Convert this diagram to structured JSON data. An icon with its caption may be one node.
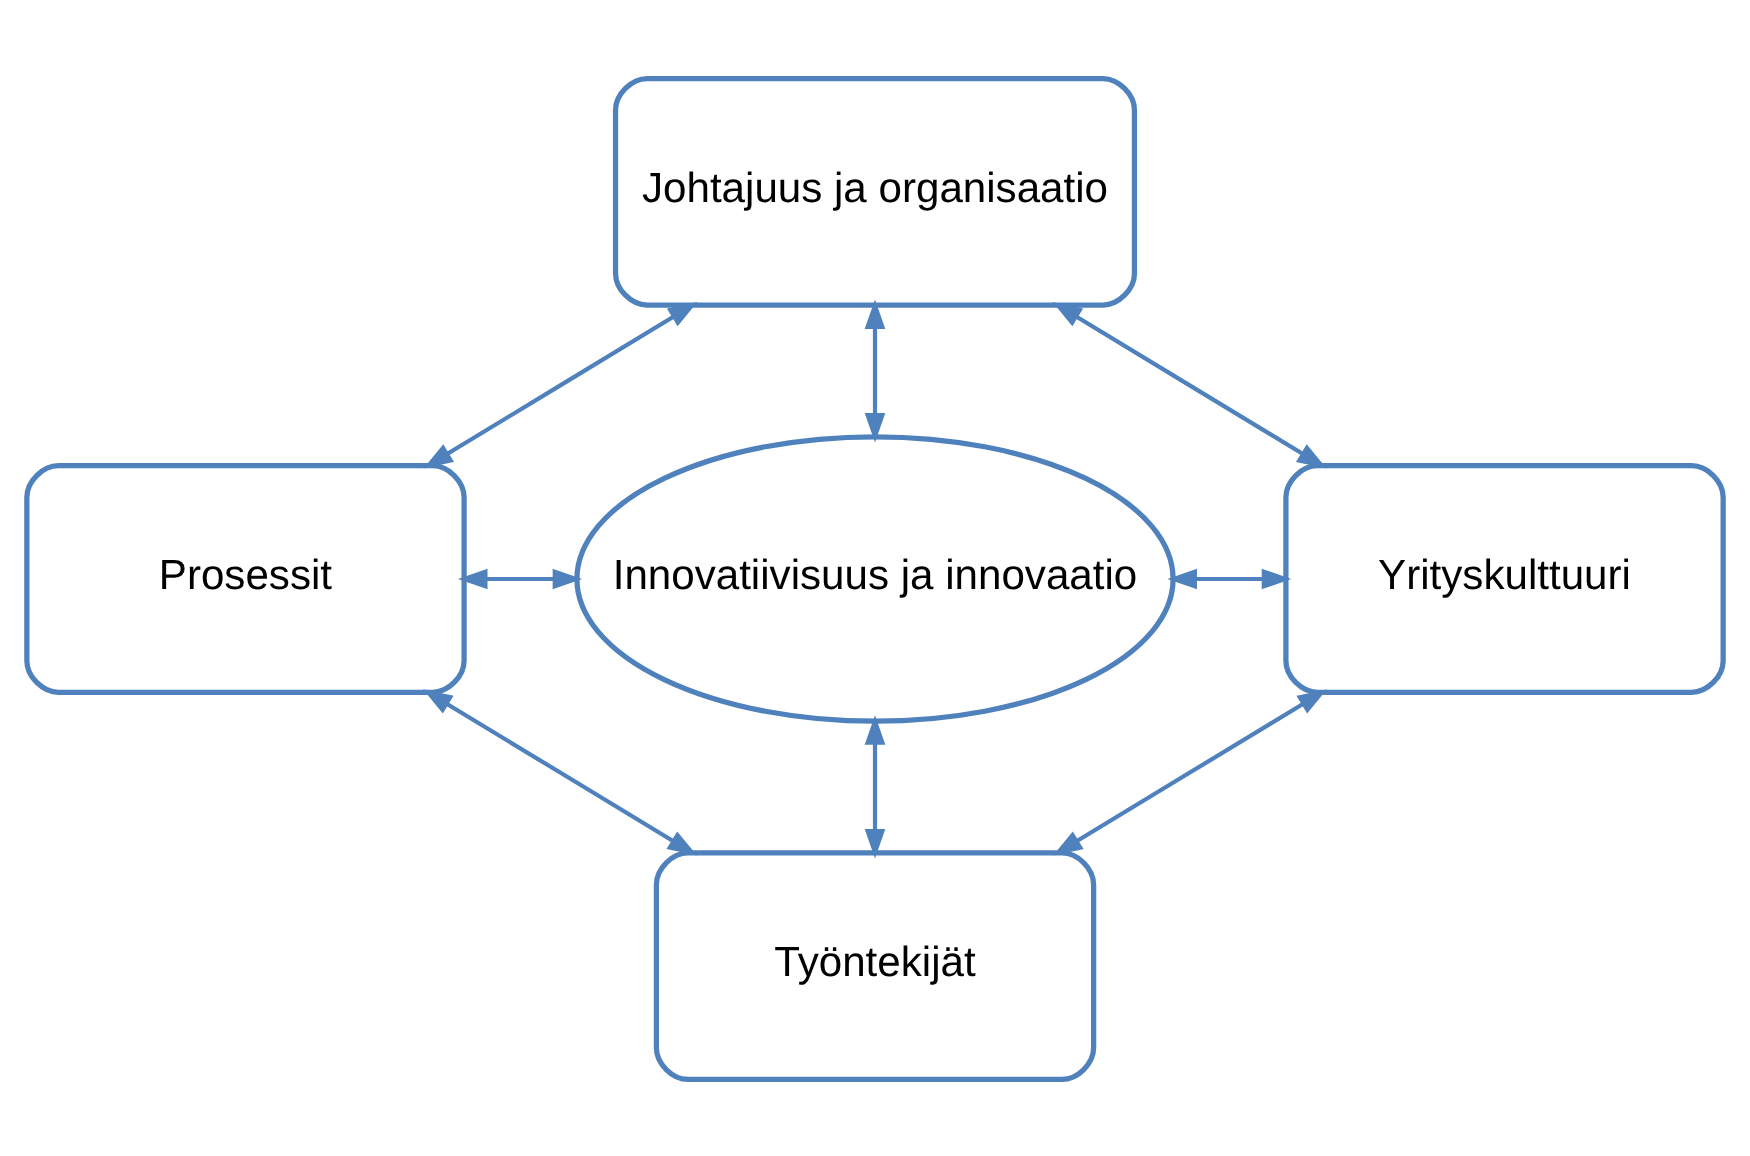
{
  "diagram": {
    "nodes": [
      {
        "text": [
          "Johtajuus ja organisaatio"
        ]
      },
      {
        "text": [
          "Prosessit"
        ]
      },
      {
        "text": [
          "Innovatiivisuus ja innovaatio"
        ]
      },
      {
        "text": [
          "Yrityskulttuuri"
        ]
      },
      {
        "text": [
          "Työntekijät"
        ]
      }
    ],
    "edges": [
      {
        "from": 0,
        "to": 1,
        "arrow": "both"
      },
      {
        "from": 0,
        "to": 2,
        "arrow": "both"
      },
      {
        "from": 0,
        "to": 3,
        "arrow": "both"
      },
      {
        "from": 1,
        "to": 2,
        "arrow": "both"
      },
      {
        "from": 2,
        "to": 3,
        "arrow": "both"
      },
      {
        "from": 1,
        "to": 4,
        "arrow": "both"
      },
      {
        "from": 2,
        "to": 4,
        "arrow": "both"
      },
      {
        "from": 3,
        "to": 4,
        "arrow": "both"
      }
    ]
  }
}
